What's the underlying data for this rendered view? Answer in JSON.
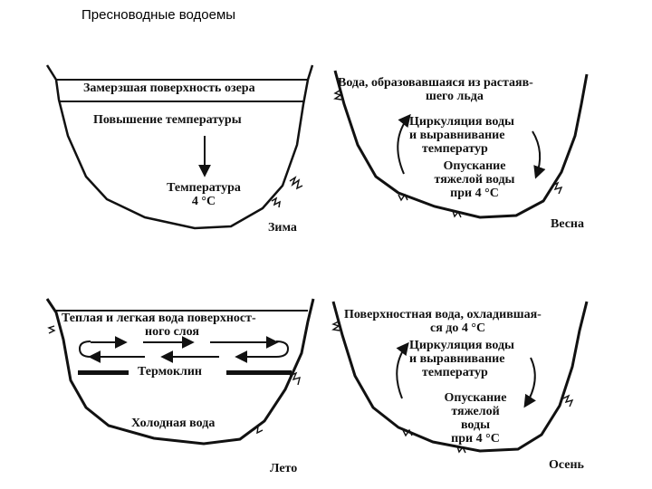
{
  "page": {
    "title": "Пресноводные водоемы"
  },
  "winter": {
    "surface": "Замерзшая поверхность озера",
    "rise": "Повышение температуры",
    "temp_line1": "Температура",
    "temp_line2": "4 °C",
    "season": "Зима"
  },
  "spring": {
    "line1": "Вода, образовавшаяся из растаяв-",
    "line2": "шего льда",
    "circ1": "Циркуляция воды",
    "circ2": "и выравнивание",
    "circ3": "температур",
    "sink1": "Опускание",
    "sink2": "тяжелой воды",
    "sink3": "при 4 °С",
    "season": "Весна"
  },
  "summer": {
    "line1": "Теплая и легкая вода поверхност-",
    "line2": "ного слоя",
    "thermocline": "Термоклин",
    "cold": "Холодная вода",
    "season": "Лето"
  },
  "autumn": {
    "line1": "Поверхностная вода, охладившая-",
    "line2": "ся до 4 °С",
    "circ1": "Циркуляция воды",
    "circ2": "и выравнивание",
    "circ3": "температур",
    "sink1": "Опускание",
    "sink2": "тяжелой",
    "sink3": "воды",
    "sink4": "при 4 °С",
    "season": "Осень"
  }
}
